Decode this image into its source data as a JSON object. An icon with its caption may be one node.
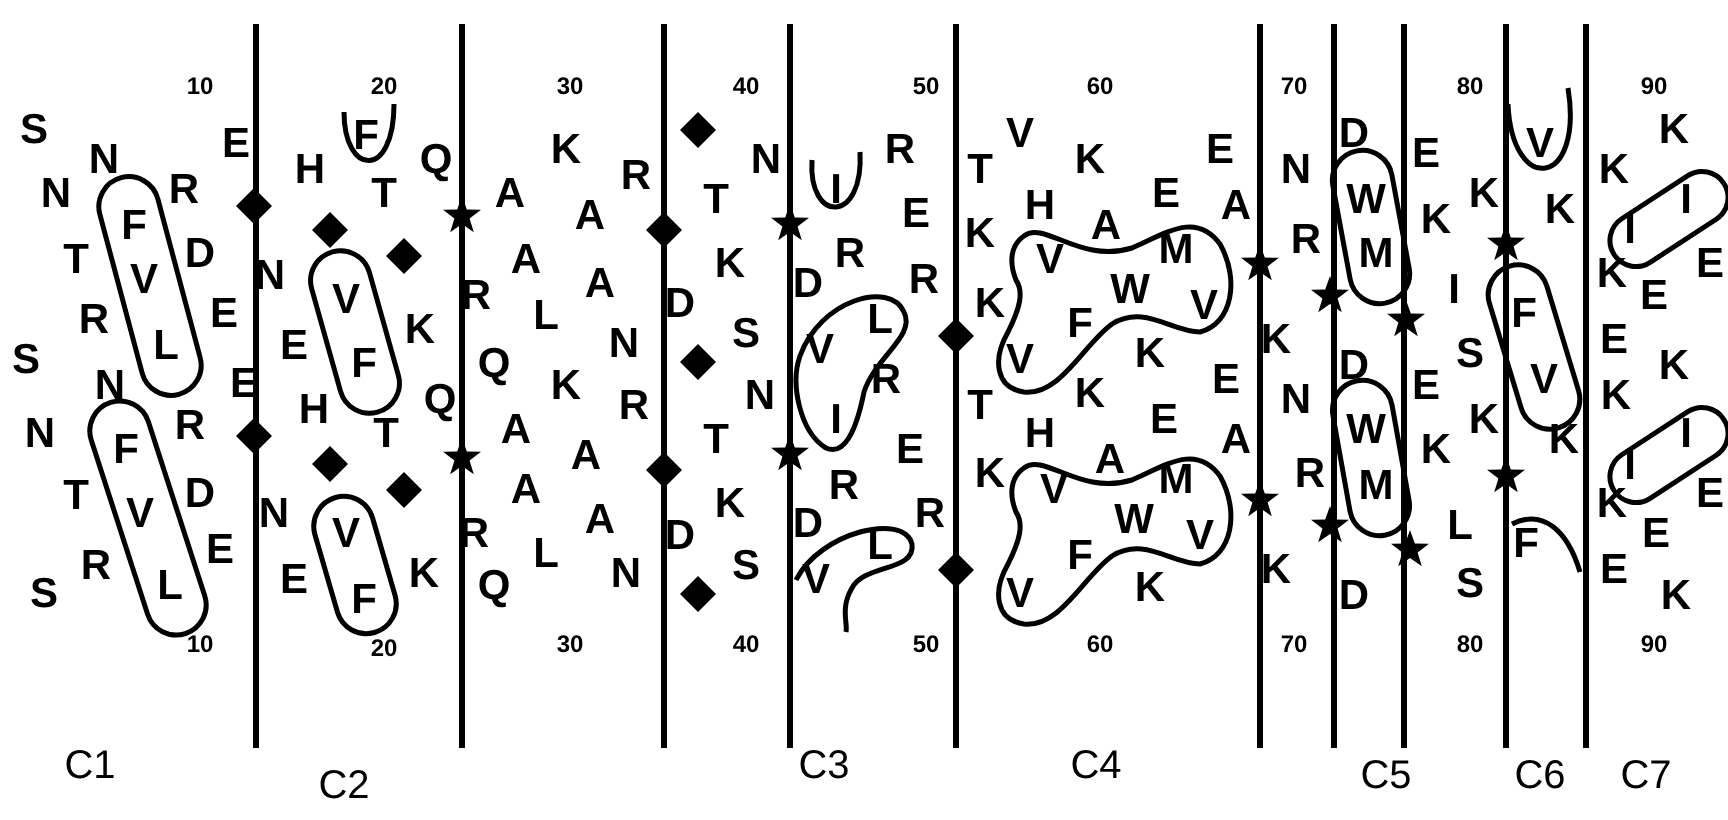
{
  "diagram": {
    "labels": [
      "10",
      "20",
      "30",
      "40",
      "50",
      "60",
      "70",
      "80",
      "90",
      "S",
      "N",
      "N",
      "R",
      "F",
      "T",
      "D",
      "V",
      "R",
      "E",
      "L",
      "S",
      "N",
      "N",
      "R",
      "F",
      "T",
      "D",
      "V",
      "E",
      "S",
      "R",
      "L",
      "E",
      "E",
      "H",
      "F",
      "Q",
      "T",
      "N",
      "V",
      "K",
      "E",
      "H",
      "F",
      "Q",
      "T",
      "N",
      "V",
      "E",
      "F",
      "K",
      "K",
      "A",
      "R",
      "A",
      "A",
      "R",
      "A",
      "L",
      "N",
      "Q",
      "K",
      "R",
      "A",
      "A",
      "A",
      "R",
      "A",
      "L",
      "N",
      "Q",
      "D",
      "D",
      "N",
      "T",
      "K",
      "S",
      "N",
      "T",
      "K",
      "S",
      "I",
      "R",
      "E",
      "D",
      "R",
      "R",
      "L",
      "V",
      "R",
      "I",
      "E",
      "D",
      "R",
      "R",
      "L",
      "V",
      "T",
      "V",
      "K",
      "H",
      "K",
      "A",
      "V",
      "W",
      "K",
      "V",
      "F",
      "K",
      "T",
      "K",
      "H",
      "K",
      "A",
      "V",
      "W",
      "V",
      "F",
      "K",
      "E",
      "E",
      "A",
      "M",
      "V",
      "E",
      "E",
      "A",
      "M",
      "V",
      "N",
      "R",
      "K",
      "N",
      "R",
      "K",
      "D",
      "W",
      "M",
      "D",
      "W",
      "M",
      "D",
      "E",
      "K",
      "I",
      "E",
      "K",
      "L",
      "K",
      "S",
      "K",
      "S",
      "V",
      "K",
      "F",
      "V",
      "K",
      "F",
      "K",
      "K",
      "E",
      "K",
      "K",
      "E",
      "K",
      "I",
      "I",
      "E",
      "E",
      "K",
      "I",
      "I",
      "E",
      "E",
      "K",
      "10",
      "20",
      "30",
      "40",
      "50",
      "60",
      "70",
      "80",
      "90",
      "C1",
      "C2",
      "C3",
      "C4",
      "C5",
      "C6",
      "C7"
    ]
  }
}
